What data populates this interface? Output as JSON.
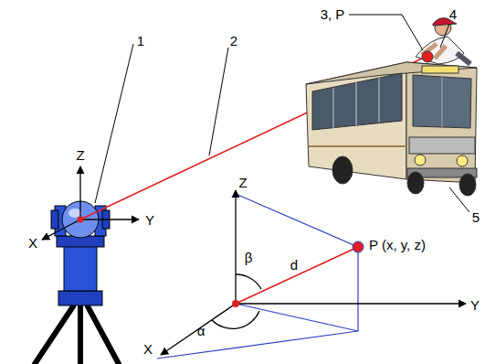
{
  "diagram": {
    "labels": [
      "1",
      "2",
      "3, P",
      "4",
      "5",
      "Z",
      "Y",
      "X",
      "Z",
      "Y",
      "X",
      "P (x, y, z)",
      "d",
      "β",
      "α"
    ]
  }
}
